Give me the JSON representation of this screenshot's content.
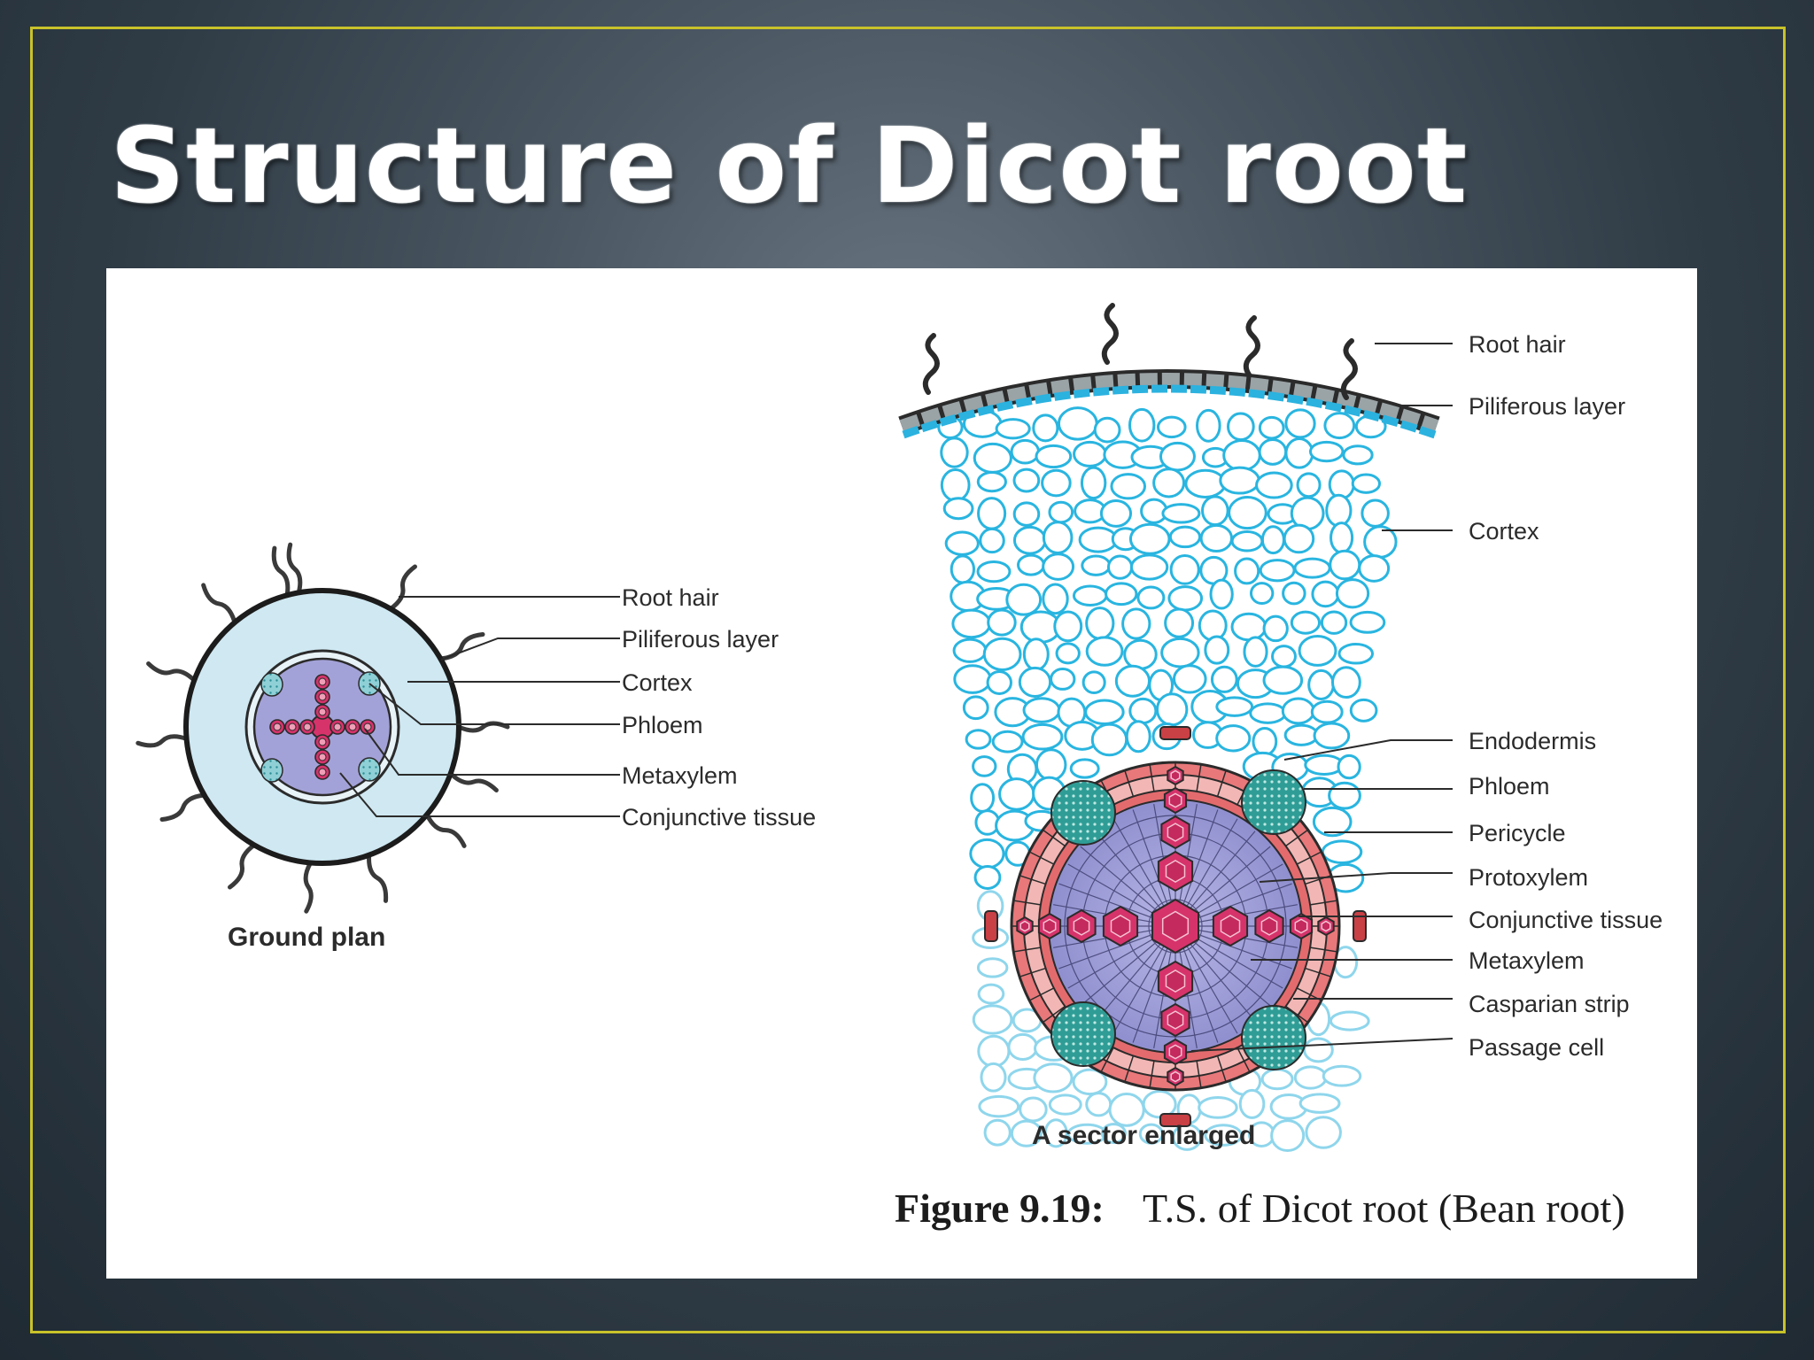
{
  "slide": {
    "title": "Structure of Dicot root"
  },
  "ground_plan": {
    "caption": "Ground plan",
    "labels": [
      "Root hair",
      "Piliferous layer",
      "Cortex",
      "Phloem",
      "Metaxylem",
      "Conjunctive tissue"
    ]
  },
  "sector": {
    "caption": "A sector enlarged",
    "labels": [
      "Root hair",
      "Piliferous layer",
      "Cortex",
      "Endodermis",
      "Phloem",
      "Pericycle",
      "Protoxylem",
      "Conjunctive tissue",
      "Metaxylem",
      "Casparian strip",
      "Passage cell"
    ]
  },
  "figure_caption": {
    "number": "Figure 9.19:",
    "text": "T.S. of Dicot root (Bean root)"
  },
  "colors": {
    "frame": "#c8c22a",
    "cortex_light": "#cfe8f2",
    "cortex_cells": "#29b5e0",
    "stele": "#9f9fd6",
    "xylem": "#d6336b",
    "phloem": "#2f9d96",
    "endodermis": "#e8787a"
  }
}
